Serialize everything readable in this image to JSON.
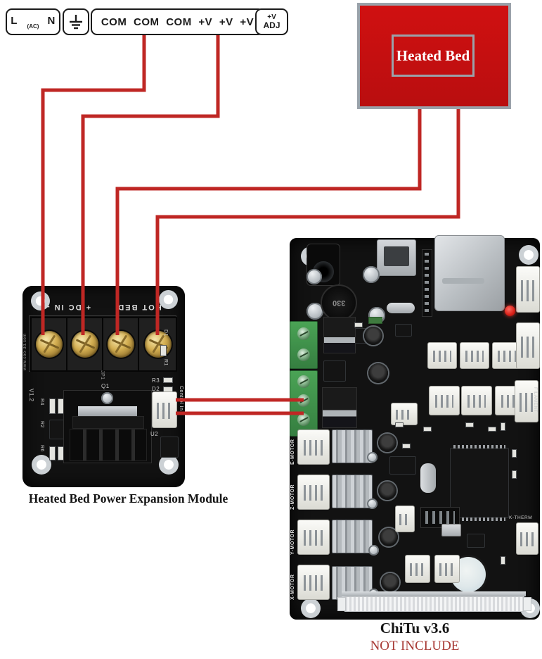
{
  "colors": {
    "wire": "#bf2724",
    "bed_fill": "#cd0f10",
    "bed_border": "#9aa2aa",
    "pcb_black": "#121212",
    "green_terminal": "#3f9549",
    "warning_text": "#a83a35"
  },
  "psu": {
    "live": "L",
    "neutral": "N",
    "ac": "(AC)",
    "terminals": [
      "COM",
      "COM",
      "COM",
      "+V",
      "+V",
      "+V"
    ],
    "adj_line1": "+V",
    "adj_line2": "ADJ"
  },
  "heated_bed": {
    "label": "Heated Bed"
  },
  "expansion_module": {
    "caption": "Heated Bed Power Expansion Module",
    "dc_in_label": "+ DC IN -",
    "output_label": "HOT BED",
    "silkscreen": {
      "jp1": "JP1",
      "url": "www.coo-3d.com",
      "version": "V1.2",
      "q1": "Q1",
      "r1": "R1",
      "r2": "R2",
      "r3": "R3",
      "r4": "R4",
      "r6": "R6",
      "d1": "D1",
      "d2": "D2",
      "u2": "U2",
      "control_in": "Control In"
    }
  },
  "chitu_board": {
    "caption": "ChiTu v3.6",
    "note": "NOT INCLUDE",
    "inductor_value": "330",
    "motor_ports": [
      "E-MOTOR",
      "Z-MOTOR",
      "Y-MOTOR",
      "X-MOTOR"
    ],
    "filament_label": "FILAMENT",
    "thermistor_label": "K-THERM"
  }
}
